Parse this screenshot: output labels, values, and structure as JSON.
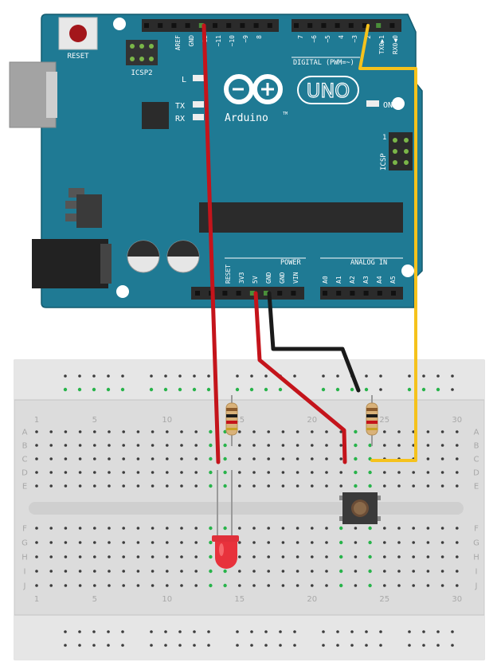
{
  "board": {
    "name": "Arduino",
    "model": "UNO",
    "trademark": "TM",
    "reset_label": "RESET",
    "icsp2_label": "ICSP2",
    "icsp_label": "ICSP",
    "icsp_pin1": "1",
    "led_l": "L",
    "led_tx": "TX",
    "led_rx": "RX",
    "led_on": "ON",
    "digital_label": "DIGITAL (PWM=~)",
    "power_label": "POWER",
    "analog_label": "ANALOG IN",
    "digital_pins": [
      "AREF",
      "GND",
      "12",
      "~11",
      "~10",
      "~9",
      "8",
      "7",
      "~6",
      "~5",
      "4",
      "~3",
      "2",
      "TX0▶1",
      "RX0◀0"
    ],
    "power_pins": [
      "RESET",
      "3V3",
      "5V",
      "GND",
      "GND",
      "VIN"
    ],
    "analog_pins": [
      "A0",
      "A1",
      "A2",
      "A3",
      "A4",
      "A5"
    ]
  },
  "breadboard": {
    "rows_top": [
      "A",
      "B",
      "C",
      "D",
      "E"
    ],
    "rows_bottom": [
      "F",
      "G",
      "H",
      "I",
      "J"
    ],
    "col_numbers": [
      "1",
      "5",
      "10",
      "15",
      "20",
      "25",
      "30"
    ]
  },
  "wires": {
    "red_color": "#c4141b",
    "black_color": "#1a1a1a",
    "yellow_color": "#f5c21c",
    "board_color": "#1f7a94"
  }
}
